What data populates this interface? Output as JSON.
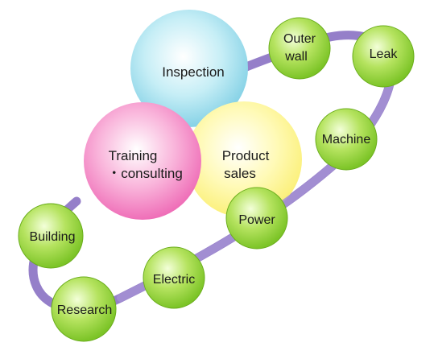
{
  "colors": {
    "ring": "#8f78c6",
    "inspection": "#9fdcea",
    "training": "#f58ac6",
    "product": "#fff79a",
    "green": "#9bd840",
    "green_edge": "#6aad1c"
  },
  "core": {
    "inspection": "Inspection",
    "training_line1": "Training",
    "training_line2": "・consulting",
    "product_line1": "Product",
    "product_line2": "sales"
  },
  "nodes": {
    "outer_wall_line1": "Outer",
    "outer_wall_line2": "wall",
    "leak": "Leak",
    "machine": "Machine",
    "power": "Power",
    "electric": "Electric",
    "research": "Research",
    "building": "Building"
  }
}
